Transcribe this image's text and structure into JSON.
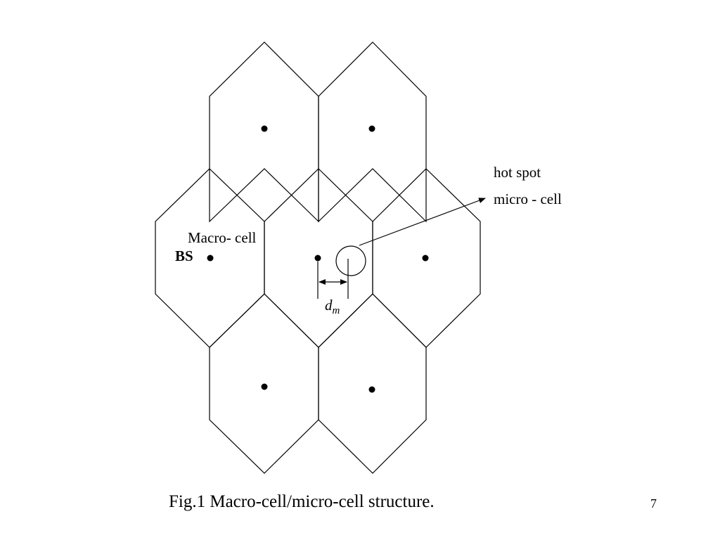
{
  "labels": {
    "hotspot_line1": "hot spot",
    "hotspot_line2": "micro - cell",
    "macro_cell": "Macro- cell",
    "bs": "BS",
    "distance_symbol": "d",
    "distance_subscript": "m"
  },
  "caption": "Fig.1 Macro-cell/micro-cell structure.",
  "page_number": "7"
}
